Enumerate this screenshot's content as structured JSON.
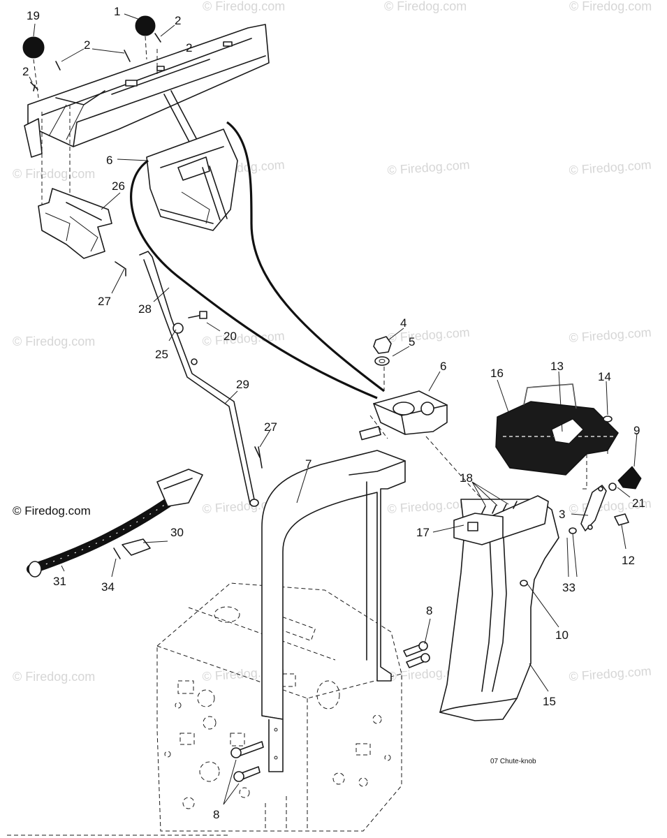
{
  "watermark": "© Firedog.com",
  "brand_label": "© Firedog.com",
  "caption": "07  Chute-knob",
  "callouts": [
    "19",
    "1",
    "2",
    "2",
    "2",
    "2",
    "6",
    "26",
    "27",
    "28",
    "25",
    "20",
    "29",
    "27",
    "4",
    "5",
    "6",
    "7",
    "16",
    "13",
    "14",
    "9",
    "18",
    "3",
    "21",
    "17",
    "12",
    "33",
    "10",
    "8",
    "15",
    "8",
    "31",
    "30",
    "34"
  ]
}
